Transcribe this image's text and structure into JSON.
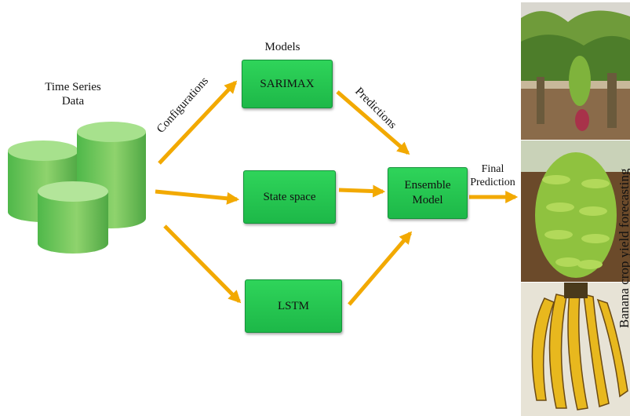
{
  "source": {
    "label_line1": "Time Series",
    "label_line2": "Data"
  },
  "models_heading": "Models",
  "edge_labels": {
    "configurations": "Configurations",
    "predictions": "Predictions"
  },
  "models": [
    {
      "id": "sarimax",
      "label": "SARIMAX"
    },
    {
      "id": "state_space",
      "label": "State space"
    },
    {
      "id": "lstm",
      "label": "LSTM"
    }
  ],
  "ensemble": {
    "label_line1": "Ensemble",
    "label_line2": "Model"
  },
  "final": {
    "label_line1": "Final",
    "label_line2": "Prediction"
  },
  "side_caption": "Banana crop yield forecasting",
  "colors": {
    "box_fill": "#23c44e",
    "arrow": "#f2a900"
  }
}
